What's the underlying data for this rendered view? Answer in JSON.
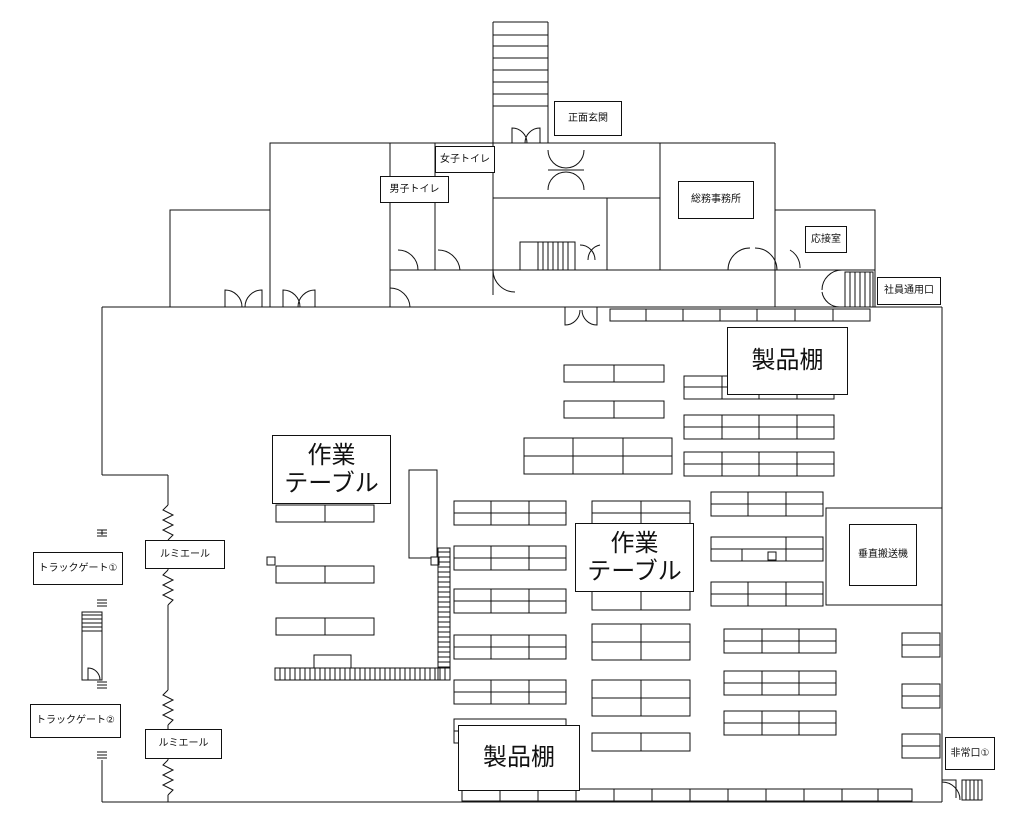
{
  "rooms": {
    "main_entrance": "正面玄関",
    "women_restroom": "女子トイレ",
    "men_restroom": "男子トイレ",
    "general_affairs_office": "総務事務所",
    "reception_room": "応接室",
    "staff_entrance": "社員通用口",
    "product_shelf_top": "製品棚",
    "product_shelf_bottom": "製品棚",
    "work_table_left": "作業\nテーブル",
    "work_table_center": "作業\nテーブル",
    "vertical_conveyor": "垂直搬送機",
    "truck_gate_1": "トラックゲート①",
    "truck_gate_2": "トラックゲート②",
    "lumi_ale_1": "ルミエール",
    "lumi_ale_2": "ルミエール",
    "emergency_exit_1": "非常口①"
  }
}
